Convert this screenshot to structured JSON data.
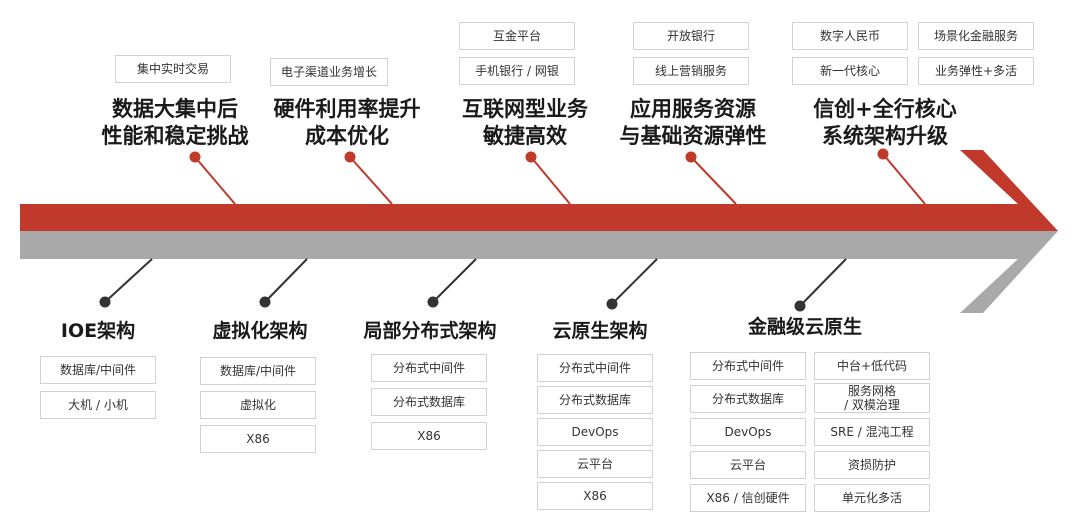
{
  "colors": {
    "red_band": "#c0392b",
    "gray_band": "#a9a9a9",
    "connector": "#333333",
    "top_dot": "#c0392b",
    "bottom_dot": "#333333"
  },
  "top_stages": [
    {
      "title": "数据大集中后\n性能和稳定挑战",
      "boxes": [
        "集中实时交易"
      ]
    },
    {
      "title": "硬件利用率提升\n成本优化",
      "boxes": [
        "电子渠道业务增长"
      ]
    },
    {
      "title": "互联网型业务\n敏捷高效",
      "boxes": [
        "互金平台",
        "手机银行 / 网银"
      ]
    },
    {
      "title": "应用服务资源\n与基础资源弹性",
      "boxes": [
        "开放银行",
        "线上营销服务"
      ]
    },
    {
      "title": "信创+全行核心\n系统架构升级",
      "boxes": [
        "数字人民币",
        "场景化金融服务",
        "新一代核心",
        "业务弹性+多活"
      ]
    }
  ],
  "bottom_stages": [
    {
      "title": "IOE架构",
      "boxes": [
        "数据库/中间件",
        "大机 / 小机"
      ]
    },
    {
      "title": "虚拟化架构",
      "boxes": [
        "数据库/中间件",
        "虚拟化",
        "X86"
      ]
    },
    {
      "title": "局部分布式架构",
      "boxes": [
        "分布式中间件",
        "分布式数据库",
        "X86"
      ]
    },
    {
      "title": "云原生架构",
      "boxes": [
        "分布式中间件",
        "分布式数据库",
        "DevOps",
        "云平台",
        "X86"
      ]
    },
    {
      "title": "金融级云原生",
      "boxes": [
        "分布式中间件",
        "分布式数据库",
        "DevOps",
        "云平台",
        "X86 / 信创硬件",
        "中台+低代码",
        "服务网格\n/ 双模治理",
        "SRE / 混沌工程",
        "资损防护",
        "单元化多活"
      ]
    }
  ]
}
